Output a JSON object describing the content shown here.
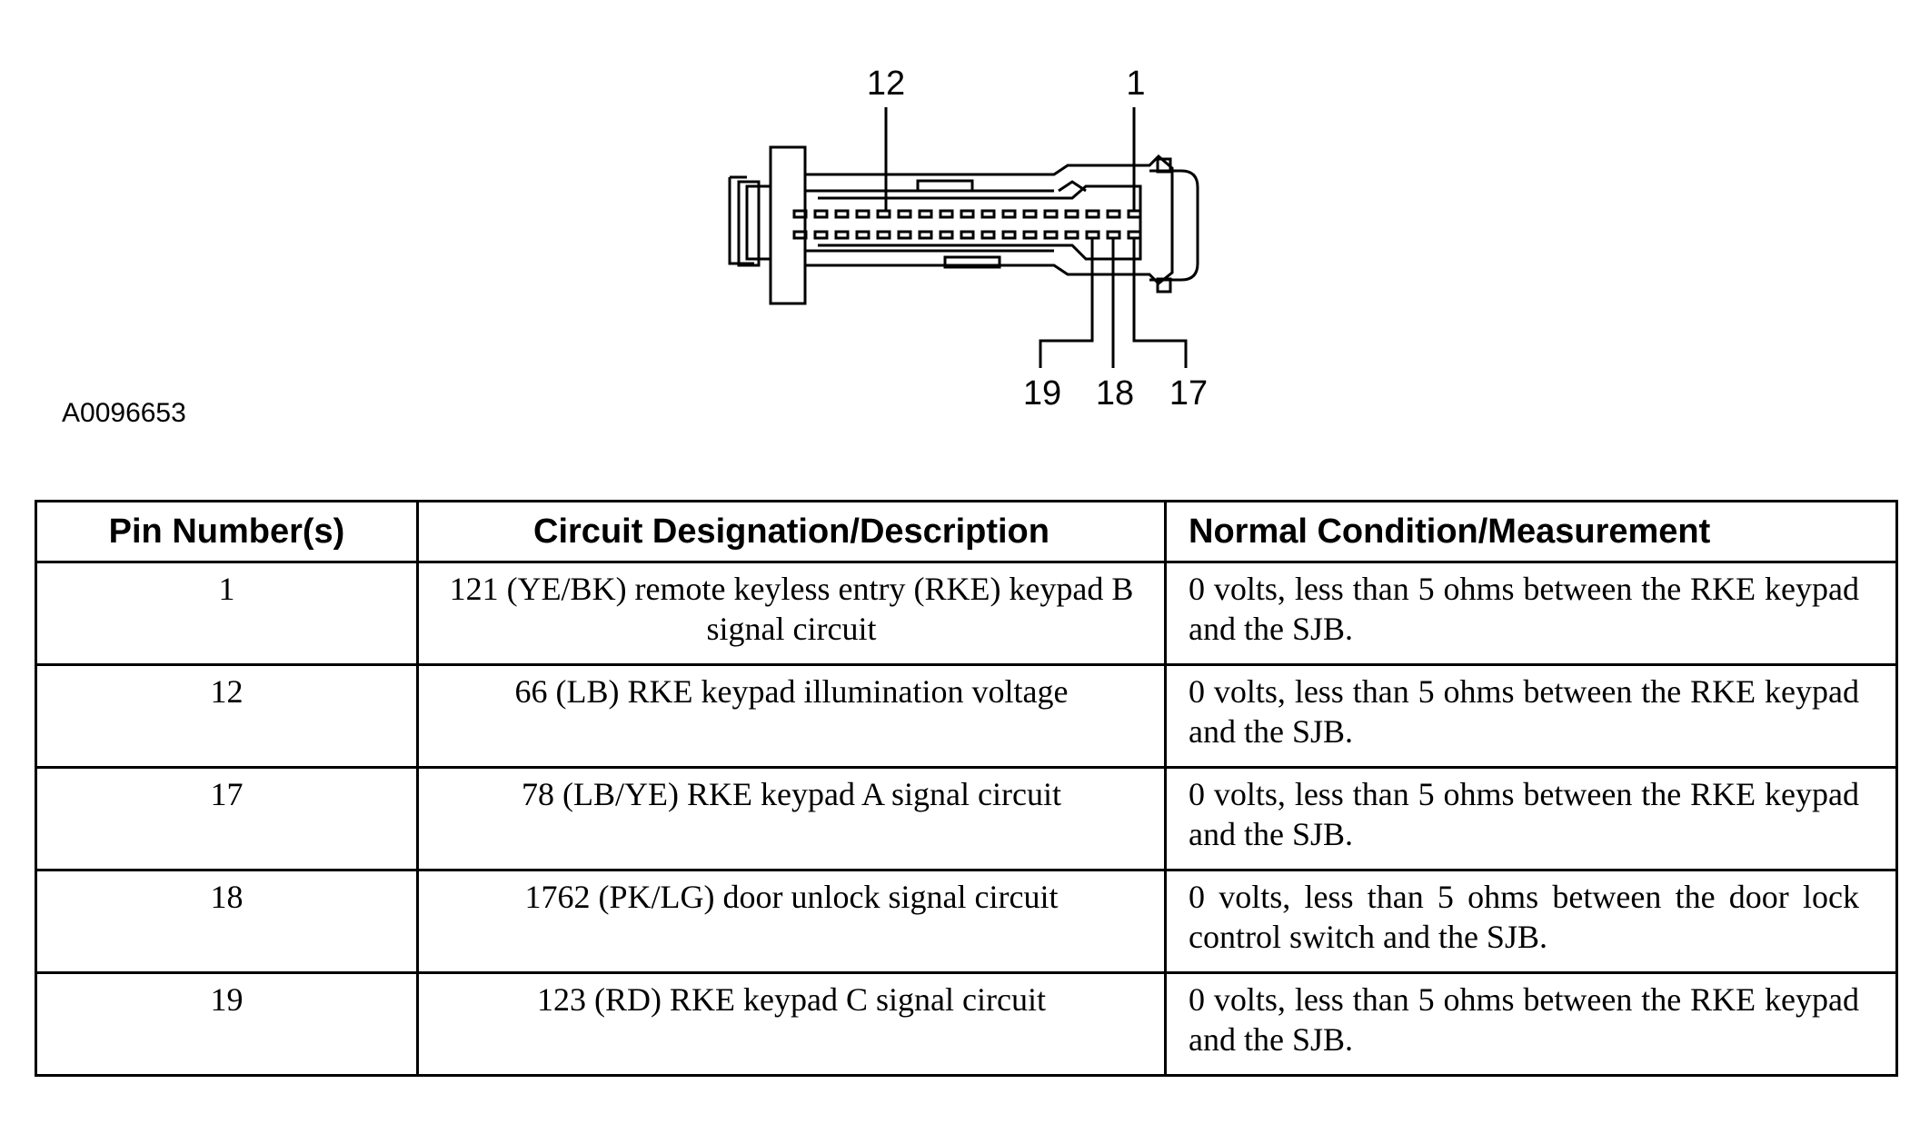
{
  "figure": {
    "id": "A0096653",
    "pin_callouts": {
      "top_left": "12",
      "top_right": "1",
      "bottom": [
        "19",
        "18",
        "17"
      ]
    }
  },
  "table": {
    "headers": [
      "Pin Number(s)",
      "Circuit Designation/Description",
      "Normal Condition/Measurement"
    ],
    "rows": [
      {
        "pin": "1",
        "circuit": "121 (YE/BK) remote keyless entry (RKE) keypad B signal circuit",
        "condition": "0 volts, less than 5 ohms between the RKE keypad and the SJB."
      },
      {
        "pin": "12",
        "circuit": "66 (LB) RKE keypad illumination voltage",
        "condition": "0 volts, less than 5 ohms between the RKE keypad and the SJB."
      },
      {
        "pin": "17",
        "circuit": "78 (LB/YE) RKE keypad A signal circuit",
        "condition": "0 volts, less than 5 ohms between the RKE keypad and the SJB."
      },
      {
        "pin": "18",
        "circuit": "1762 (PK/LG) door unlock signal circuit",
        "condition": "0 volts, less than 5 ohms between the door lock control switch and the SJB."
      },
      {
        "pin": "19",
        "circuit": "123 (RD) RKE keypad C signal circuit",
        "condition": "0 volts, less than 5 ohms between the RKE keypad and the SJB."
      }
    ]
  }
}
